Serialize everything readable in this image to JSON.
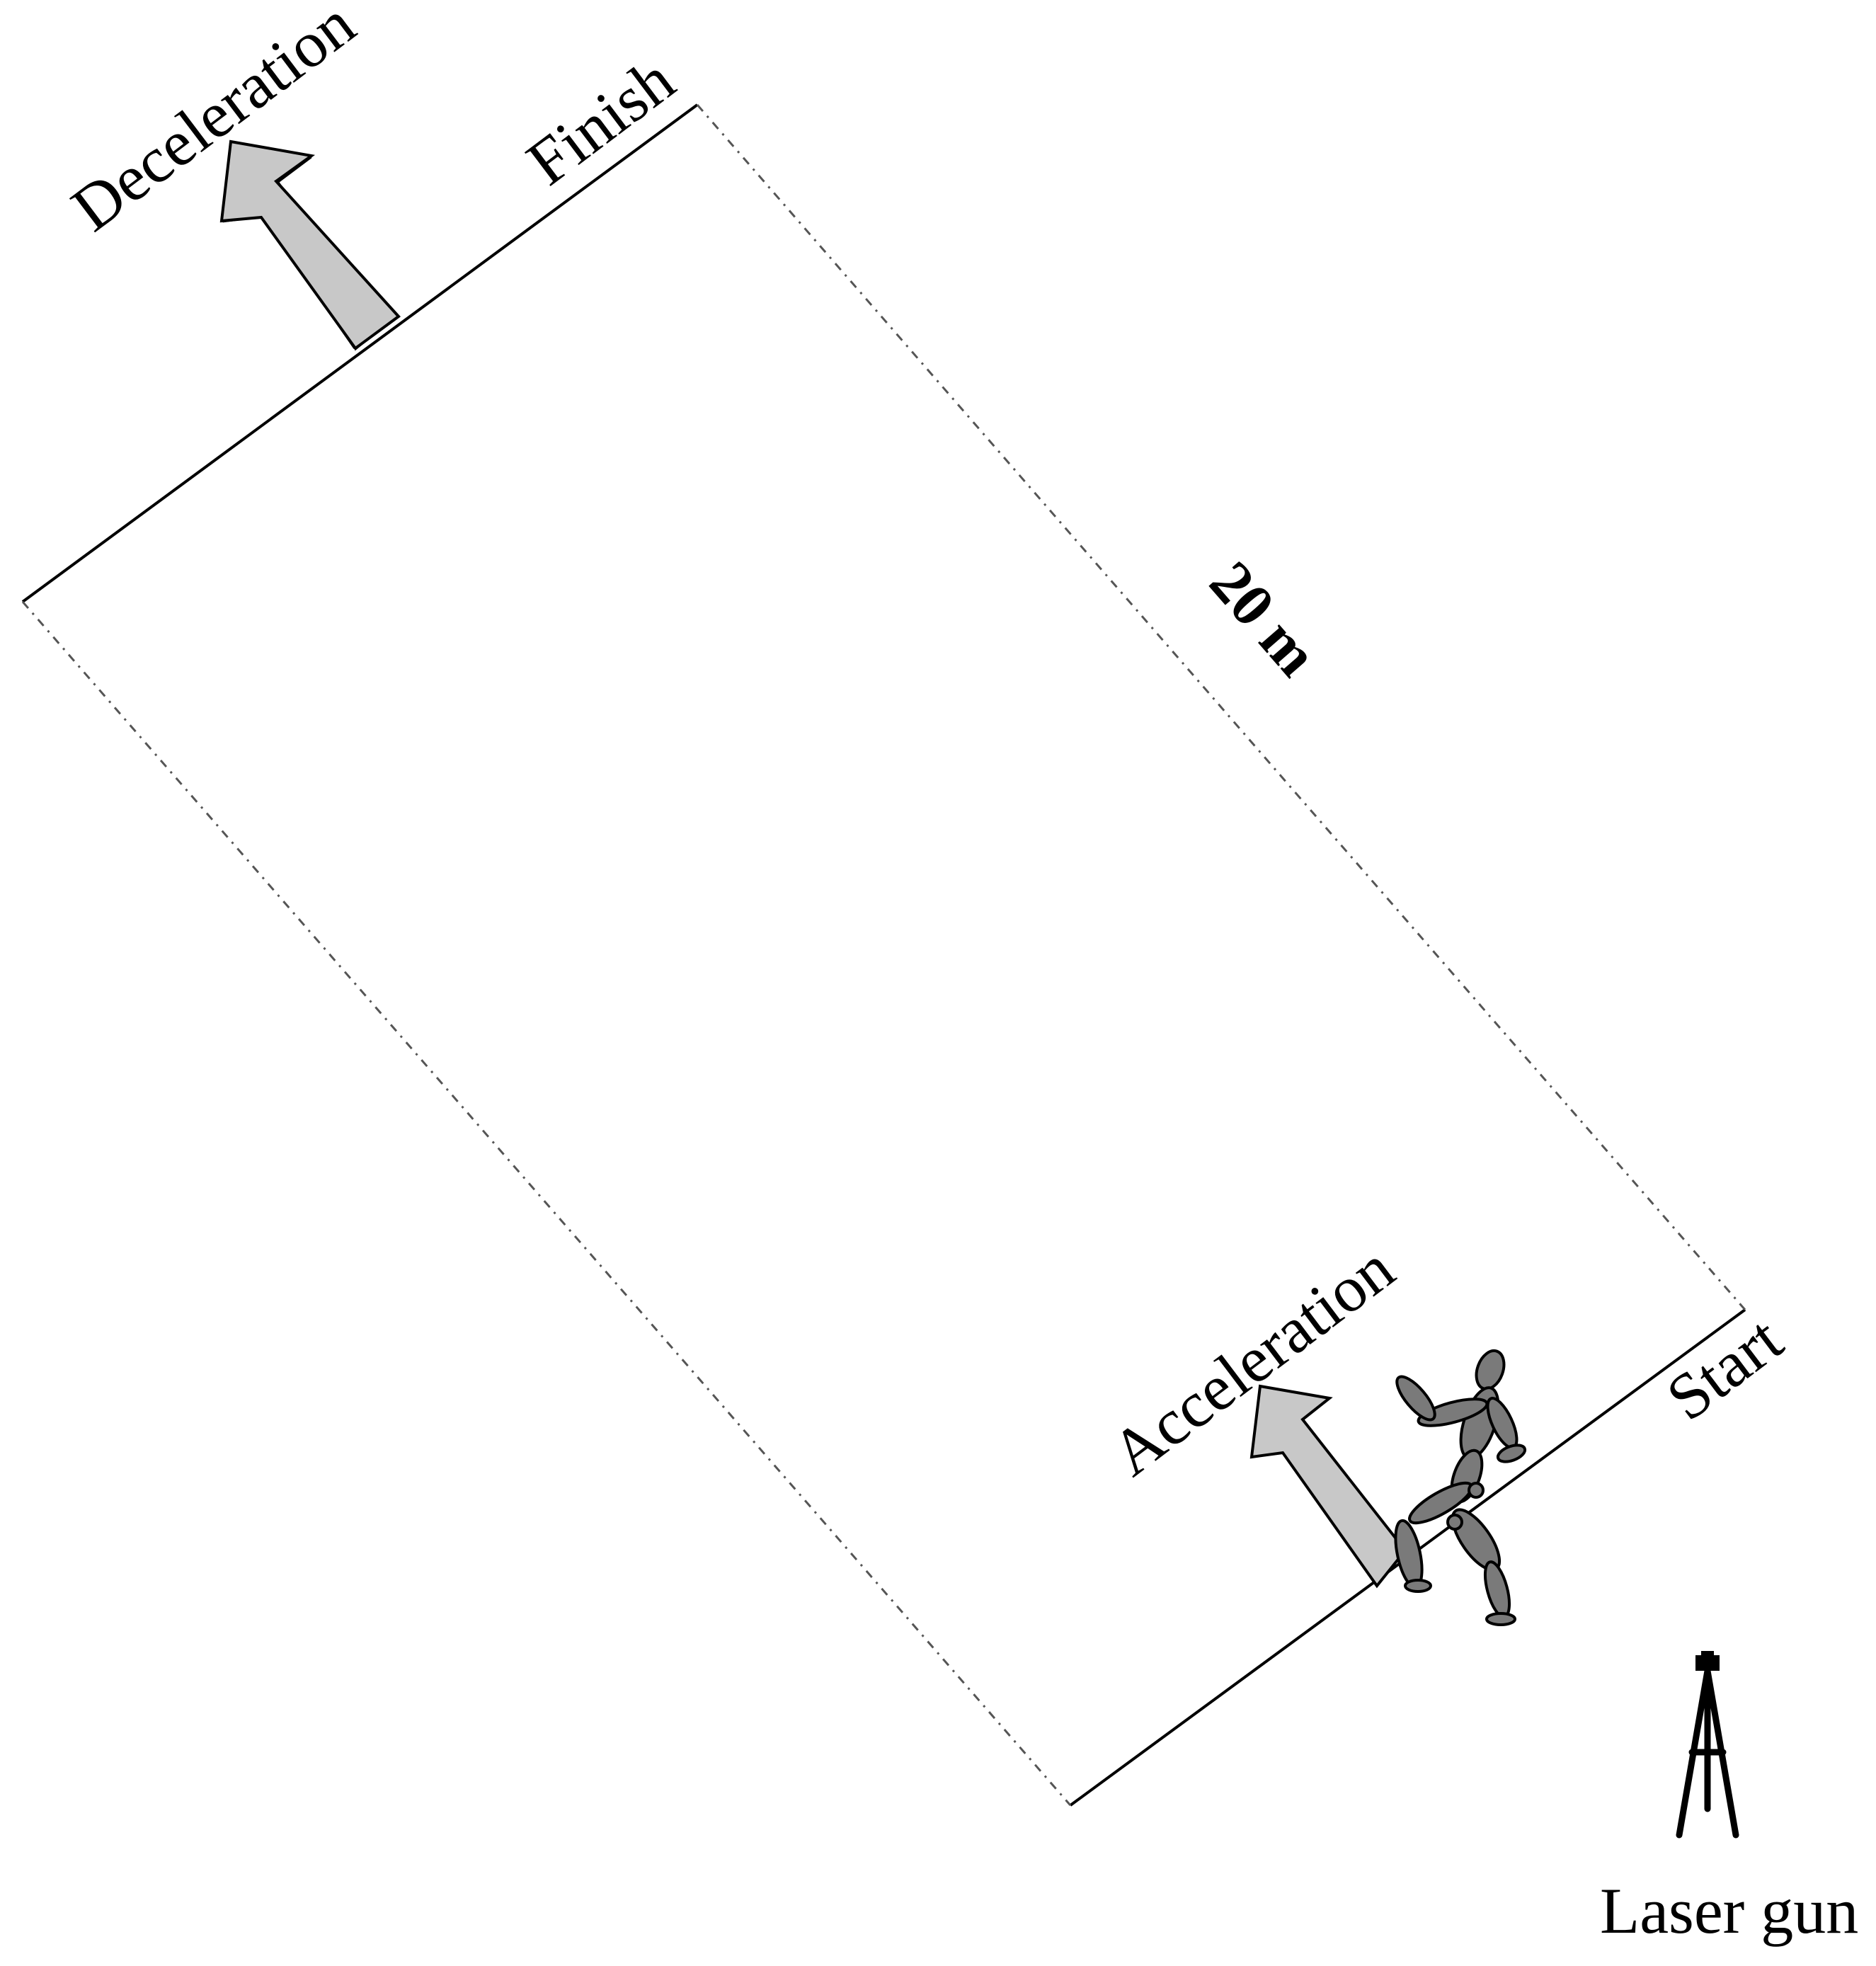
{
  "labels": {
    "finish": "Finish",
    "start": "Start",
    "deceleration": "Deceleration",
    "acceleration": "Acceleration",
    "distance": "20 m",
    "laser_gun": "Laser gun"
  },
  "colors": {
    "arrow_fill": "#c8c8c8",
    "runner_fill": "#7a7a7a",
    "line": "#000000"
  },
  "icons": {
    "runner": "running-person-figure",
    "laser_gun": "laser-gun-on-tripod",
    "arrows": "block-arrow-up-left"
  }
}
